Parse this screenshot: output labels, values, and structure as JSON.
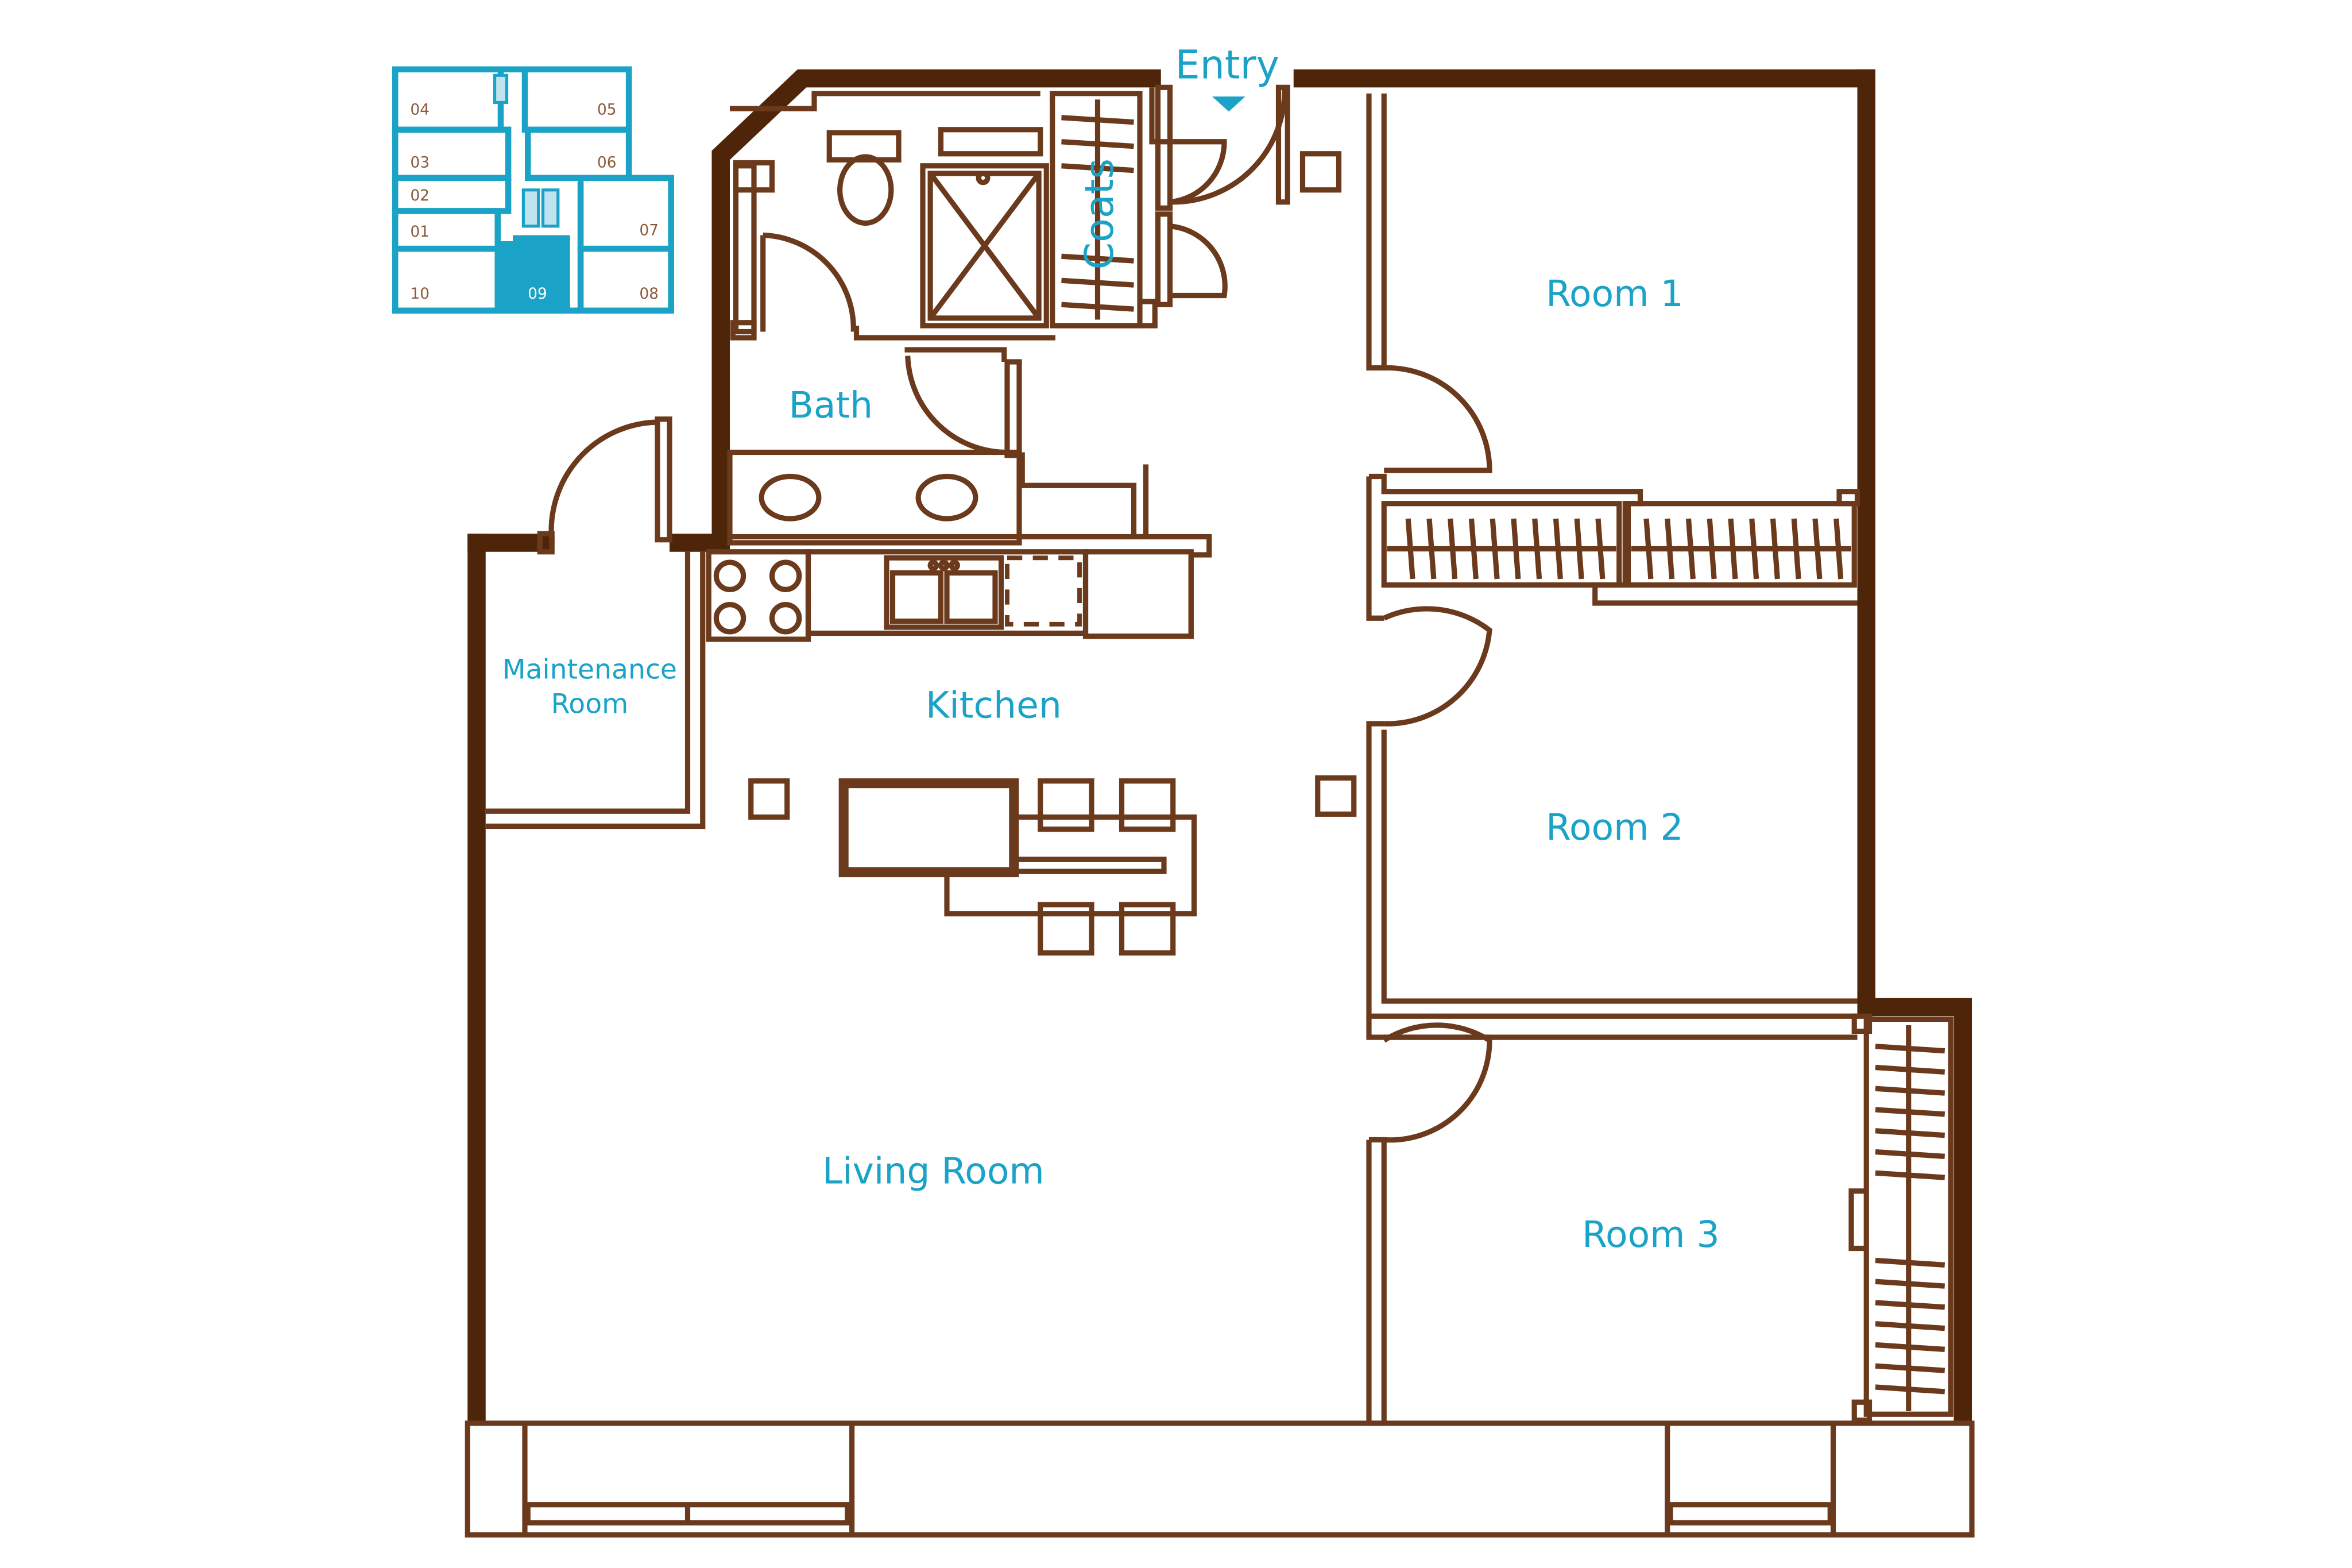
{
  "plan": {
    "entry_label": "Entry",
    "coats_label": "Coats",
    "colors": {
      "wall": "#4e2508",
      "line": "#6b3a1c",
      "accent": "#1aa3c6",
      "background": "#ffffff"
    },
    "rooms": {
      "bath": "Bath",
      "kitchen": "Kitchen",
      "maintenance_line1": "Maintenance",
      "maintenance_line2": "Room",
      "room1": "Room 1",
      "room2": "Room 2",
      "room3": "Room 3",
      "living": "Living Room"
    }
  },
  "key_plan": {
    "units": [
      "04",
      "05",
      "03",
      "06",
      "02",
      "01",
      "07",
      "10",
      "09",
      "08"
    ],
    "selected_unit": "09"
  }
}
